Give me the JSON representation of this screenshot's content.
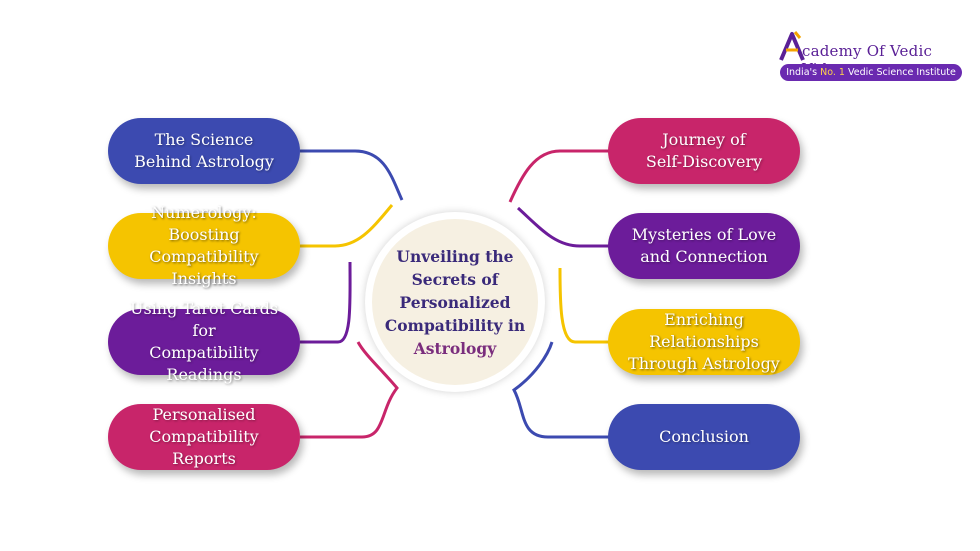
{
  "logo": {
    "name": "cademy Of Vedic Vidya",
    "tagline_prefix": "India's ",
    "tagline_highlight": "No. 1",
    "tagline_suffix": " Vedic Science Institute"
  },
  "center": {
    "text": "Unveiling the\nSecrets of\nPersonalized\nCompatibility in",
    "accent": "Astrology"
  },
  "nodes": [
    {
      "label": "The Science\nBehind Astrology",
      "color": "#3c4ab0"
    },
    {
      "label": "Numerology: Boosting\nCompatibility Insights",
      "color": "#f5c400"
    },
    {
      "label": "Using Tarot Cards for\nCompatibility Readings",
      "color": "#6c1c9a"
    },
    {
      "label": "Personalised\nCompatibility Reports",
      "color": "#c8256a"
    },
    {
      "label": "Journey of\nSelf-Discovery",
      "color": "#c8256a"
    },
    {
      "label": "Mysteries of Love\nand Connection",
      "color": "#6c1c9a"
    },
    {
      "label": "Enriching Relationships\nThrough Astrology",
      "color": "#f5c400"
    },
    {
      "label": "Conclusion",
      "color": "#3c4ab0"
    }
  ]
}
